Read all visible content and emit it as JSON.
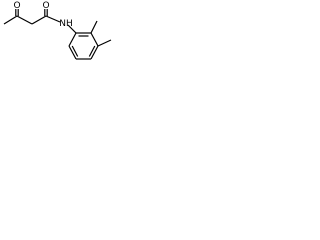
{
  "molecule": {
    "atom_labels": {
      "ketone_oxygen": "O",
      "amide_oxygen": "O",
      "amide_nh": "NH"
    }
  },
  "colors": {
    "bond": "#000000",
    "background": "#ffffff"
  }
}
